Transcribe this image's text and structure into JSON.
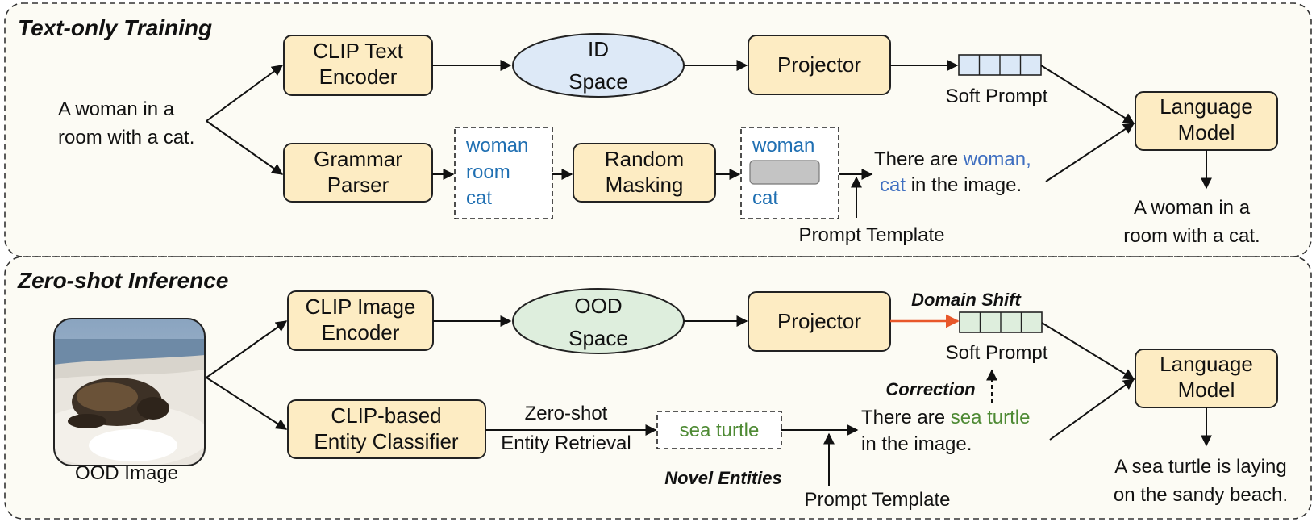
{
  "top": {
    "title": "Text-only Training",
    "input_caption": [
      "A woman in a",
      "room with a cat."
    ],
    "clip_text_encoder": [
      "CLIP Text",
      "Encoder"
    ],
    "id_space": [
      "ID",
      "Space"
    ],
    "projector": "Projector",
    "soft_prompt": "Soft Prompt",
    "grammar_parser": [
      "Grammar",
      "Parser"
    ],
    "entities": [
      "woman",
      "room",
      "cat"
    ],
    "random_masking": [
      "Random",
      "Masking"
    ],
    "masked_entities": [
      "woman",
      "cat"
    ],
    "prompt_line1_plain": "There are",
    "prompt_line1_entity": "woman,",
    "prompt_line2_entity": "cat",
    "prompt_line2_plain": "in the image.",
    "prompt_template": "Prompt Template",
    "language_model": [
      "Language",
      "Model"
    ],
    "output": [
      "A woman in a",
      "room with a cat."
    ]
  },
  "bottom": {
    "title": "Zero-shot Inference",
    "image_caption": "OOD Image",
    "clip_image_encoder": [
      "CLIP Image",
      "Encoder"
    ],
    "ood_space": [
      "OOD",
      "Space"
    ],
    "projector": "Projector",
    "domain_shift": "Domain Shift",
    "soft_prompt": "Soft Prompt",
    "correction": "Correction",
    "entity_classifier": [
      "CLIP-based",
      "Entity Classifier"
    ],
    "retrieval_label": [
      "Zero-shot",
      "Entity Retrieval"
    ],
    "novel_entity": "sea turtle",
    "novel_entities_label": "Novel Entities",
    "prompt_line1_plain": "There are",
    "prompt_line1_entity": "sea turtle",
    "prompt_line2_plain": "in the image.",
    "prompt_template": "Prompt Template",
    "language_model": [
      "Language",
      "Model"
    ],
    "output": [
      "A sea turtle is laying",
      "on the sandy beach."
    ]
  },
  "colors": {
    "box_fill": "#fdecc3",
    "id_space": "#dde9f7",
    "ood_space": "#deeedd",
    "soft_prompt_blue": "#dbe8f7",
    "soft_prompt_green": "#deeedd",
    "entity_blue": "#1f6fb2",
    "entity_green": "#4e8a34",
    "domain_shift_arrow": "#e8572a"
  }
}
